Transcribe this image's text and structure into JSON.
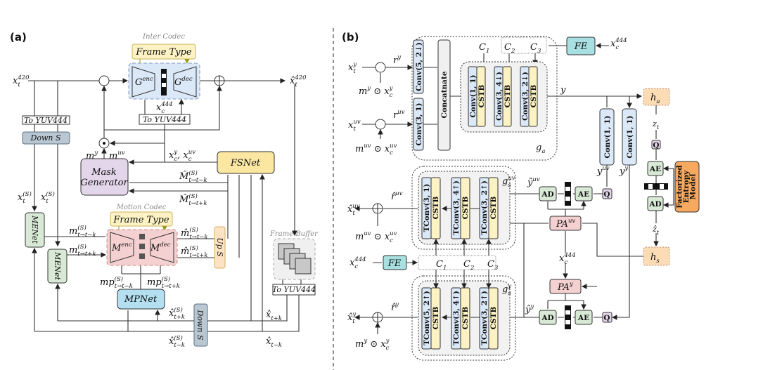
{
  "panels": {
    "a": "(a)",
    "b": "(b)"
  },
  "colors": {
    "blue": "#dbe8f8",
    "yellow": "#fdf2c4",
    "pink": "#f5d0d0",
    "green": "#d8ead5",
    "purple": "#e4d6ea",
    "teal": "#a8dfe0",
    "orange": "#f7a95f",
    "peach": "#fcdcb5",
    "gray": "#b9c7d3"
  },
  "a": {
    "inter_codec": "Inter Codec",
    "frame_type": "Frame Type",
    "g_enc": {
      "base": "G",
      "sup": "enc"
    },
    "g_dec": {
      "base": "G",
      "sup": "dec"
    },
    "x_t420": {
      "base": "x",
      "sup": "420",
      "sub": "t"
    },
    "xhat_t420": {
      "base": "x̂",
      "sup": "420",
      "sub": "t"
    },
    "x_c444": {
      "base": "x",
      "sup": "444",
      "sub": "c"
    },
    "to_yuv444": "To YUV444",
    "down_s": "Down S",
    "m_y": {
      "base": "m",
      "sup": "y"
    },
    "m_uv": {
      "base": "m",
      "sup": "uv"
    },
    "x_c_y_uv": {
      "base": "x",
      "sup": "y",
      "sub": "c",
      "tail": ", x",
      "sup2": "uv",
      "sub2": "c"
    },
    "mask_generator": [
      "Mask",
      "Generator"
    ],
    "fsnet": "FSNet",
    "M_hat_tk_minus": {
      "base": "M̂",
      "sup": "(S)",
      "sub": "t→t−k"
    },
    "M_hat_tk_plus": {
      "base": "M̂",
      "sup": "(S)",
      "sub": "t→t+k"
    },
    "x_tS": {
      "base": "x",
      "sup": "(S)",
      "sub": "t"
    },
    "menet": "MENet",
    "motion_codec": "Motion Codec",
    "m_enc": {
      "base": "M",
      "sup": "enc"
    },
    "m_dec": {
      "base": "M",
      "sup": "dec"
    },
    "m_tk_minus": {
      "base": "m",
      "sup": "(S)",
      "sub": "t→t−k"
    },
    "m_tk_plus": {
      "base": "m",
      "sup": "(S)",
      "sub": "t→t+k"
    },
    "mhat_tk_minus": {
      "base": "m̂",
      "sup": "(S)",
      "sub": "t→t−k"
    },
    "mhat_tk_plus": {
      "base": "m̂",
      "sup": "(S)",
      "sub": "t→t+k"
    },
    "up_s": "Up S",
    "mp_minus": {
      "base": "mp",
      "sup": "(S)",
      "sub": "t→t−k"
    },
    "mp_plus": {
      "base": "mp",
      "sup": "(S)",
      "sub": "t→t+k"
    },
    "mpnet": "MPNet",
    "frame_buffer": "Frame Buffer",
    "xhat_tk_plus_S": {
      "base": "x̂",
      "sup": "(S)",
      "sub": "t+k"
    },
    "xhat_tk_minus_S": {
      "base": "x̂",
      "sup": "(S)",
      "sub": "t−k"
    },
    "xhat_tk_plus": {
      "base": "x̂",
      "sub": "t+k"
    },
    "xhat_tk_minus": {
      "base": "x̂",
      "sub": "t−k"
    }
  },
  "b": {
    "x_t_y": {
      "base": "x",
      "sup": "y",
      "sub": "t"
    },
    "x_t_uv": {
      "base": "x",
      "sup": "uv",
      "sub": "t"
    },
    "r_y": {
      "base": "r",
      "sup": "y"
    },
    "r_uv": {
      "base": "r",
      "sup": "uv"
    },
    "my_xcy": {
      "base": "m",
      "sup": "y",
      "tail": " ⊙ x",
      "sup2": "y",
      "sub2": "c"
    },
    "muv_xcuv": {
      "base": "m",
      "sup": "uv",
      "tail": " ⊙ x",
      "sup2": "uv",
      "sub2": "c"
    },
    "conv52": "Conv(5, 2↓)",
    "conv31": "Conv(3, 1)",
    "concat": "Concatnate",
    "c_labels": [
      {
        "base": "C",
        "sub": "1"
      },
      {
        "base": "C",
        "sub": "2"
      },
      {
        "base": "C",
        "sub": "3"
      }
    ],
    "fe": "FE",
    "x_c444": {
      "base": "x",
      "sup": "444",
      "sub": "c"
    },
    "ga_convs": [
      "Conv(1, 1)",
      "Conv(3, 4↓)",
      "Conv(3, 2↓)"
    ],
    "cstb": "CSTB",
    "g_a": {
      "base": "g",
      "sub": "a"
    },
    "y": {
      "base": "y"
    },
    "h_a": {
      "base": "h",
      "sub": "a"
    },
    "h_s": {
      "base": "h",
      "sub": "s"
    },
    "conv11": "Conv(1, 1)",
    "y_uv": {
      "base": "y",
      "sup": "uv"
    },
    "y_y": {
      "base": "y",
      "sup": "y"
    },
    "z_t": {
      "base": "z",
      "sub": "t"
    },
    "zhat_t": {
      "base": "ẑ",
      "sub": "t"
    },
    "q": "Q",
    "ae": "AE",
    "ad": "AD",
    "factorized": [
      "Factorized",
      "Entropy",
      "Model"
    ],
    "g_s_uv": {
      "base": "g",
      "sup": "uv",
      "sub": "s"
    },
    "g_s_y": {
      "base": "g",
      "sup": "y",
      "sub": "s"
    },
    "gs_uv_convs": [
      "TConv(3, 1)",
      "TConv(3, 4↑)",
      "TConv(3, 2↑)"
    ],
    "gs_y_convs": [
      "TConv(5, 2↑)",
      "TConv(3, 4↑)",
      "TConv(3, 2↑)"
    ],
    "yhat_uv": {
      "base": "ŷ",
      "sup": "uv"
    },
    "yhat_y": {
      "base": "ŷ",
      "sup": "y"
    },
    "pa_uv": {
      "base": "PA",
      "sup": "uv"
    },
    "pa_y": {
      "base": "PA",
      "sup": "y"
    },
    "xhat_t_uv": {
      "base": "x̂",
      "sup": "uv",
      "sub": "t"
    },
    "xhat_t_y": {
      "base": "x̂",
      "sup": "y",
      "sub": "t"
    },
    "rhat_uv": {
      "base": "r̂",
      "sup": "uv"
    },
    "rhat_y": {
      "base": "r̂",
      "sup": "y"
    }
  }
}
